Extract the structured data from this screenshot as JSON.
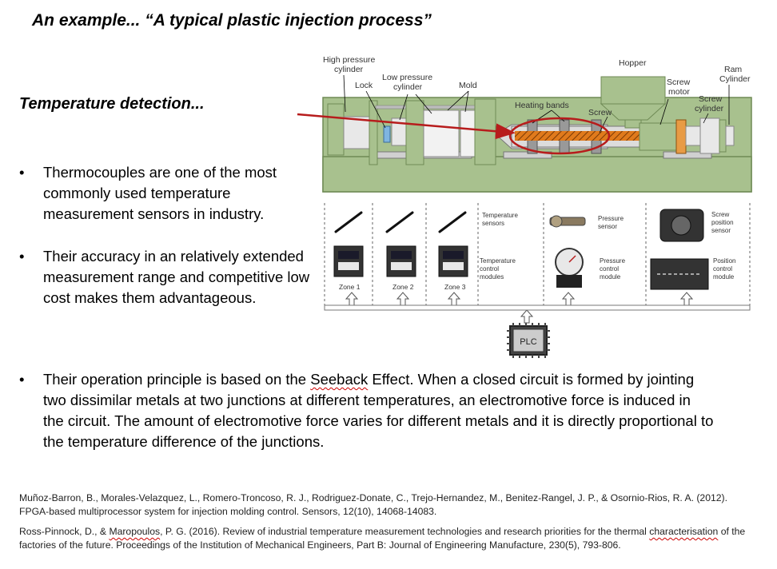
{
  "title": "An example... “A typical plastic injection process”",
  "subtitle": "Temperature detection...",
  "bullets": [
    {
      "marker": "•",
      "text": "Thermocouples are one of the most commonly used temperature measurement sensors in industry."
    },
    {
      "marker": "•",
      "text": "Their accuracy in an relatively extended measurement range and competitive low cost makes them advantageous."
    },
    {
      "marker": "•",
      "pre": "Their operation principle is based on the ",
      "highlight": "Seeback",
      "post": " Effect. When a closed circuit is formed by jointing two dissimilar metals at two junctions at different temperatures, an electromotive force is induced in the circuit. The amount of electromotive force varies for different metals and it is directly proportional to the temperature difference of the junctions."
    }
  ],
  "references": [
    {
      "text": "Muñoz-Barron, B., Morales-Velazquez, L., Romero-Troncoso, R. J., Rodriguez-Donate, C., Trejo-Hernandez, M., Benitez-Rangel, J. P., & Osornio-Rios, R. A. (2012). FPGA-based multiprocessor system for injection molding control. Sensors, 12(10), 14068-14083."
    },
    {
      "pre": "Ross-Pinnock, D., & ",
      "author2": "Maropoulos",
      "mid": ", P. G. (2016). Review of industrial temperature measurement technologies and research priorities for the thermal ",
      "word": "characterisation",
      "post": " of the factories of the future. Proceedings of the Institution of Mechanical Engineers, Part B: Journal of Engineering Manufacture, 230(5), 793-806."
    }
  ],
  "diagram": {
    "labels": {
      "high_pressure_1": "High pressure",
      "high_pressure_2": "cylinder",
      "lock": "Lock",
      "low_pressure_1": "Low pressure",
      "low_pressure_2": "cylinder",
      "mold": "Mold",
      "heating_bands": "Heating bands",
      "screw": "Screw",
      "hopper": "Hopper",
      "screw_motor_1": "Screw",
      "screw_motor_2": "motor",
      "screw_cylinder_1": "Screw",
      "screw_cylinder_2": "cylinder",
      "ram_1": "Ram",
      "ram_2": "Cylinder"
    },
    "sensors": {
      "temp_sensors_1": "Temperature",
      "temp_sensors_2": "sensors",
      "temp_modules_1": "Temperature",
      "temp_modules_2": "control",
      "temp_modules_3": "modules",
      "pressure_sensor_1": "Pressure",
      "pressure_sensor_2": "sensor",
      "pressure_module_1": "Pressure",
      "pressure_module_2": "control",
      "pressure_module_3": "module",
      "screw_pos_1": "Screw",
      "screw_pos_2": "position",
      "screw_pos_3": "sensor",
      "pos_module_1": "Position",
      "pos_module_2": "control",
      "pos_module_3": "module",
      "zone1": "Zone 1",
      "zone2": "Zone 2",
      "zone3": "Zone 3",
      "plc": "PLC"
    },
    "colors": {
      "machine_green": "#a8c18e",
      "machine_green_dark": "#6f8a55",
      "barrel_gray": "#dcdcdc",
      "heating_orange": "#e07a1c",
      "highlight_red": "#b71c1c"
    }
  }
}
